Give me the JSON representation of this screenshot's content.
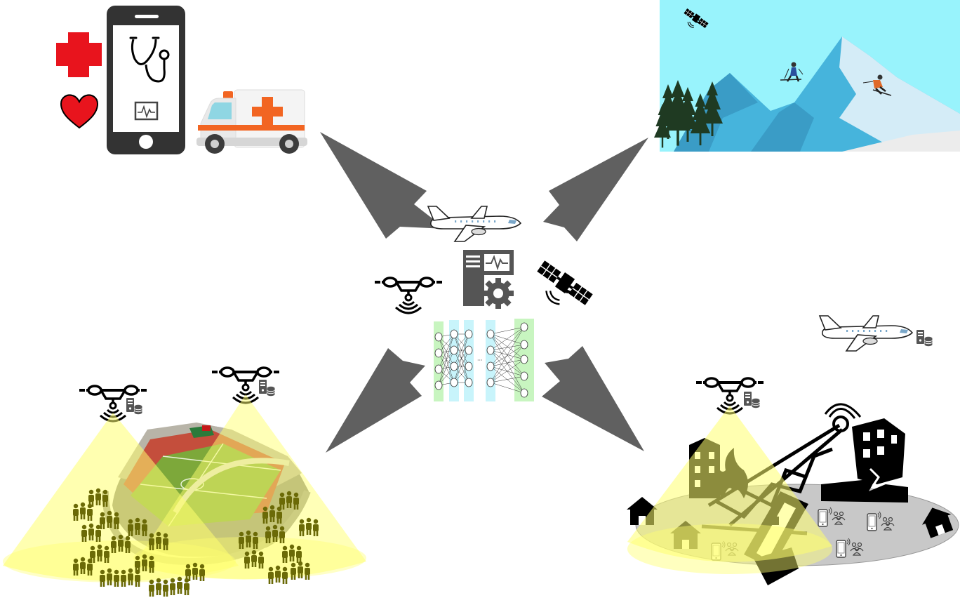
{
  "scene": {
    "background": "#ffffff",
    "colors": {
      "arrow": "#606060",
      "coverage_cone": "#ffff70",
      "sky": "#98f3fc",
      "mountain_light": "#46b4dc",
      "mountain_dark": "#3a9cc6",
      "snow": "#d4ecf7",
      "medical_red": "#e8141d",
      "ambulance_stripe": "#f26522",
      "crowd": "#6b6a07",
      "disaster_ground": "#c8c8c8",
      "neural_input_band": "#c8f5c0",
      "neural_hidden_band": "#c8f4fb",
      "icon": "#000000",
      "server": "#555555"
    }
  },
  "panels": {
    "healthcare": {
      "icons": [
        "red-cross-icon",
        "heart-icon",
        "smartphone-icon",
        "stethoscope-icon",
        "ecg-monitor-icon",
        "ambulance-icon"
      ]
    },
    "remote_area": {
      "icons": [
        "satellite-icon",
        "mountain-icon",
        "pine-tree-icon",
        "skier-icon"
      ]
    },
    "central_hub": {
      "icons": [
        "airplane-icon",
        "drone-icon",
        "edge-server-icon",
        "gear-icon",
        "satellite-icon",
        "neural-network-icon"
      ]
    },
    "crowded_event": {
      "icons": [
        "drone-icon",
        "server-icon",
        "stadium-icon",
        "crowd-icon"
      ]
    },
    "disaster_area": {
      "icons": [
        "airplane-icon",
        "server-icon",
        "drone-icon",
        "cell-tower-icon",
        "fire-icon",
        "building-icon",
        "house-icon",
        "phone-icon",
        "people-icon"
      ]
    }
  },
  "arrows": [
    {
      "id": "to-healthcare",
      "direction": "up-left"
    },
    {
      "id": "to-remote-area",
      "direction": "up-right"
    },
    {
      "id": "to-crowded-event",
      "direction": "down-left"
    },
    {
      "id": "to-disaster-area",
      "direction": "down-right"
    }
  ]
}
